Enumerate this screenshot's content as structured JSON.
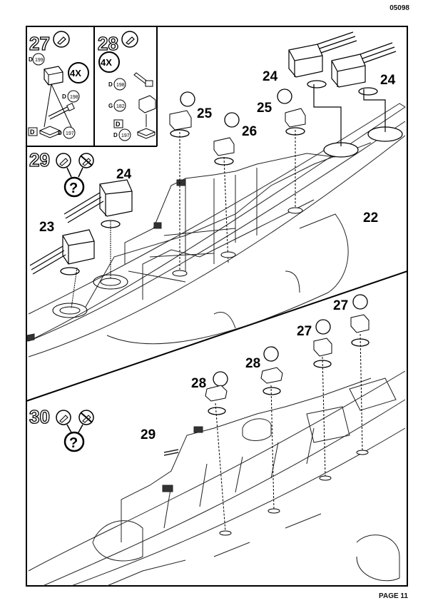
{
  "header": {
    "product_code": "05098"
  },
  "footer": {
    "page_label": "PAGE 11"
  },
  "steps": [
    {
      "number": "27",
      "multiplier": "4X",
      "parts": [
        "D 199",
        "D 198",
        "D 197"
      ],
      "marker": "D"
    },
    {
      "number": "28",
      "multiplier": "4X",
      "parts": [
        "D 198",
        "G 182",
        "D 197"
      ],
      "marker": "D"
    },
    {
      "number": "29",
      "symbol": "?"
    },
    {
      "number": "30",
      "symbol": "?"
    }
  ],
  "callouts": {
    "top_right": [
      "24",
      "24",
      "25",
      "26",
      "25",
      "22"
    ],
    "middle": [
      "24",
      "23"
    ],
    "bottom": [
      "27",
      "27",
      "28",
      "28",
      "29"
    ]
  }
}
